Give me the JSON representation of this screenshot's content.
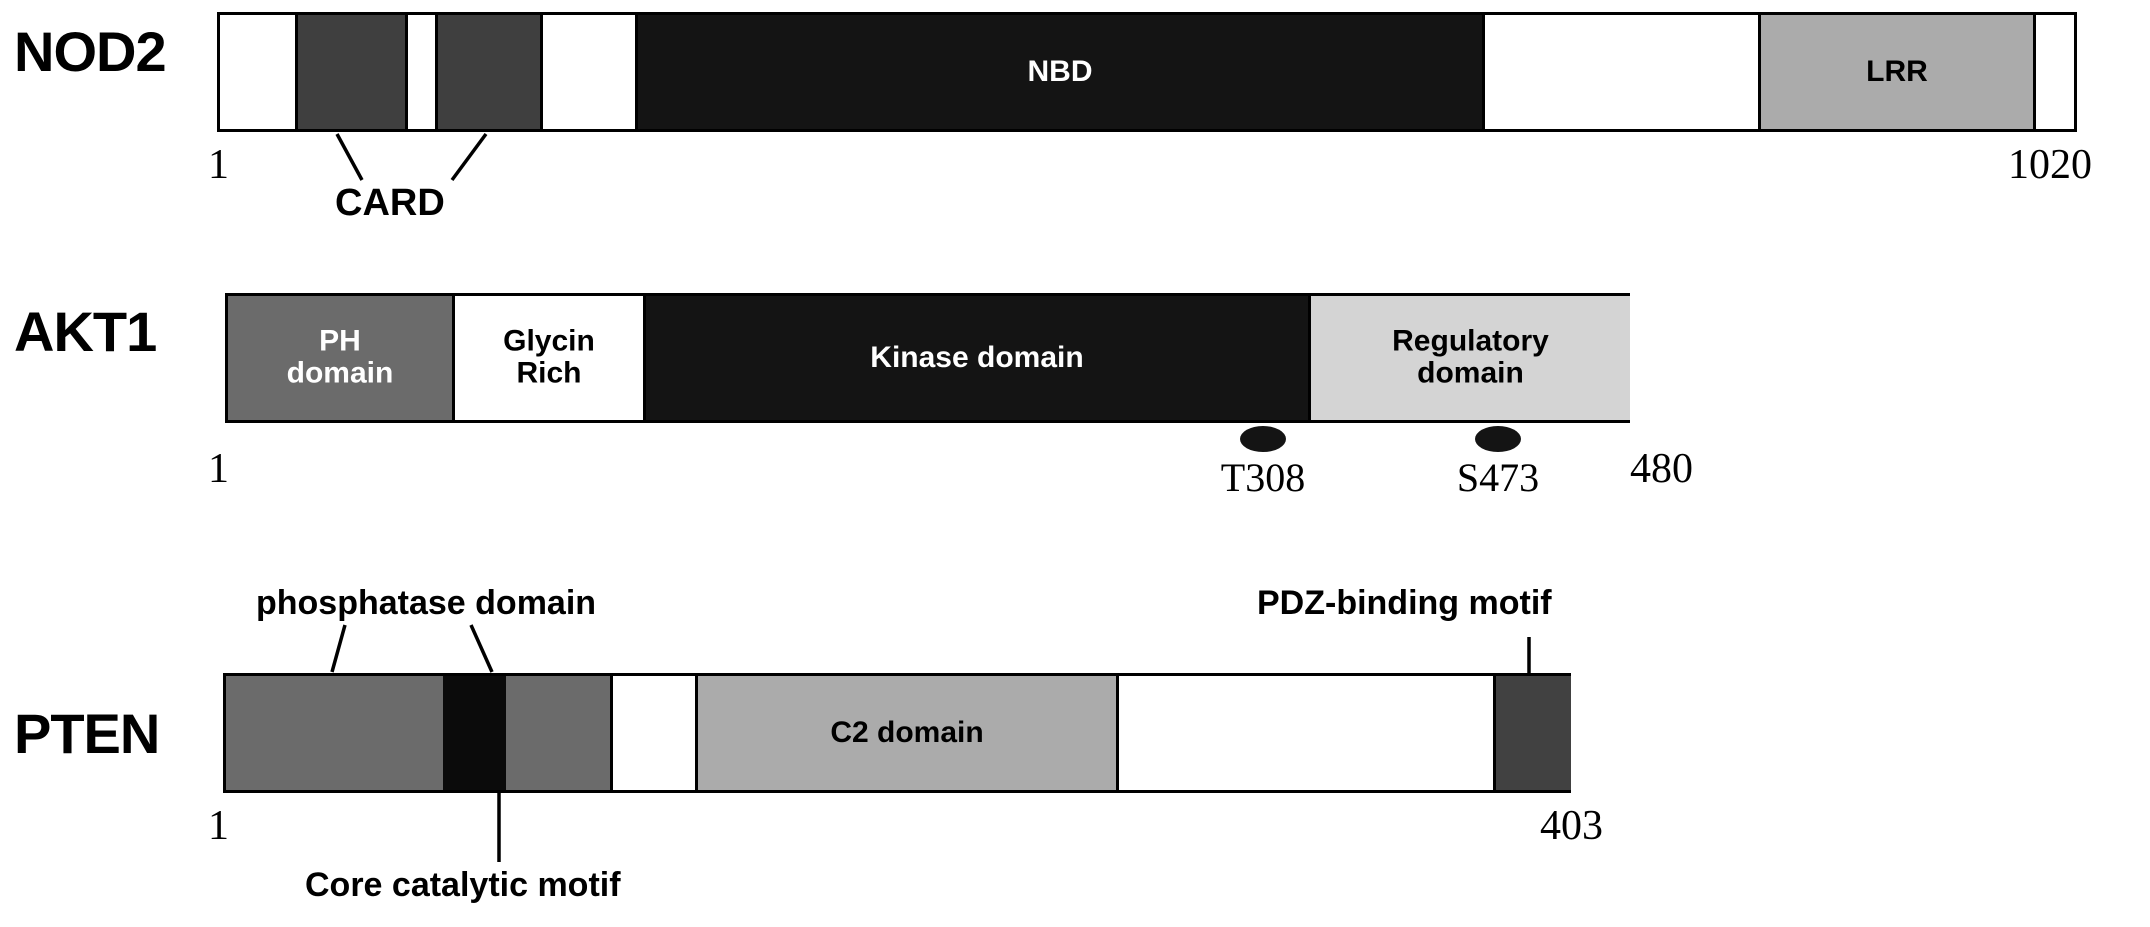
{
  "figure": {
    "type": "protein-domain-diagram",
    "background": "#ffffff"
  },
  "palette": {
    "black": "#141414",
    "dark_gray": "#3f3f3f",
    "mid_gray": "#6b6b6b",
    "light_gray": "#ababab",
    "pale_gray": "#d4d4d4",
    "white": "#ffffff",
    "outline": "#000000"
  },
  "proteins": [
    {
      "name": "NOD2",
      "start_label": "1",
      "end_label": "1020",
      "length": 1020,
      "segments": [
        {
          "label": "",
          "fill": "white",
          "from": 0,
          "to": 43
        },
        {
          "label": "",
          "fill": "dark_gray",
          "from": 43,
          "to": 103
        },
        {
          "label": "",
          "fill": "white",
          "from": 103,
          "to": 120
        },
        {
          "label": "",
          "fill": "dark_gray",
          "from": 120,
          "to": 177
        },
        {
          "label": "",
          "fill": "white",
          "from": 177,
          "to": 229
        },
        {
          "label": "NBD",
          "fill": "black",
          "from": 229,
          "to": 694
        },
        {
          "label": "",
          "fill": "white",
          "from": 694,
          "to": 845
        },
        {
          "label": "LRR",
          "fill": "light_gray",
          "from": 845,
          "to": 996
        },
        {
          "label": "",
          "fill": "white",
          "from": 996,
          "to": 1020
        }
      ],
      "annotations": [
        {
          "text": "CARD",
          "targets": [
            "card-1",
            "card-2"
          ],
          "position": "below"
        }
      ]
    },
    {
      "name": "AKT1",
      "start_label": "1",
      "end_label": "480",
      "length": 480,
      "segments": [
        {
          "label": "PH\ndomain",
          "fill": "mid_gray",
          "from": 0,
          "to": 78
        },
        {
          "label": "Glycin\nRich",
          "fill": "white",
          "from": 78,
          "to": 143
        },
        {
          "label": "Kinase domain",
          "fill": "black",
          "from": 143,
          "to": 369
        },
        {
          "label": "Regulatory\ndomain",
          "fill": "pale_gray",
          "from": 369,
          "to": 480
        }
      ],
      "phospho_sites": [
        {
          "label": "T308",
          "residue": 308
        },
        {
          "label": "S473",
          "residue": 473
        }
      ]
    },
    {
      "name": "PTEN",
      "start_label": "1",
      "end_label": "403",
      "length": 403,
      "segments": [
        {
          "label": "",
          "fill": "mid_gray",
          "from": 0,
          "to": 65
        },
        {
          "label": "",
          "fill": "black",
          "from": 65,
          "to": 84
        },
        {
          "label": "",
          "fill": "mid_gray",
          "from": 84,
          "to": 115
        },
        {
          "label": "",
          "fill": "white",
          "from": 115,
          "to": 141
        },
        {
          "label": "C2 domain",
          "fill": "light_gray",
          "from": 141,
          "to": 266
        },
        {
          "label": "",
          "fill": "white",
          "from": 266,
          "to": 379
        },
        {
          "label": "",
          "fill": "dark_gray",
          "from": 379,
          "to": 403
        }
      ],
      "annotations": [
        {
          "text": "phosphatase domain",
          "position": "above"
        },
        {
          "text": "PDZ-binding motif",
          "position": "above"
        },
        {
          "text": "Core catalytic motif",
          "position": "below"
        }
      ]
    }
  ],
  "labels": {
    "nod2_name": "NOD2",
    "akt1_name": "AKT1",
    "pten_name": "PTEN",
    "nbd": "NBD",
    "lrr": "LRR",
    "card": "CARD",
    "ph_domain": "PH\ndomain",
    "glycin_rich": "Glycin\nRich",
    "kinase_domain": "Kinase domain",
    "regulatory_domain": "Regulatory\ndomain",
    "c2_domain": "C2 domain",
    "phosphatase_domain": "phosphatase domain",
    "pdz_binding_motif": "PDZ-binding motif",
    "core_catalytic_motif": "Core catalytic motif",
    "t308": "T308",
    "s473": "S473",
    "nod2_start": "1",
    "nod2_end": "1020",
    "akt1_start": "1",
    "akt1_end": "480",
    "pten_start": "1",
    "pten_end": "403"
  }
}
